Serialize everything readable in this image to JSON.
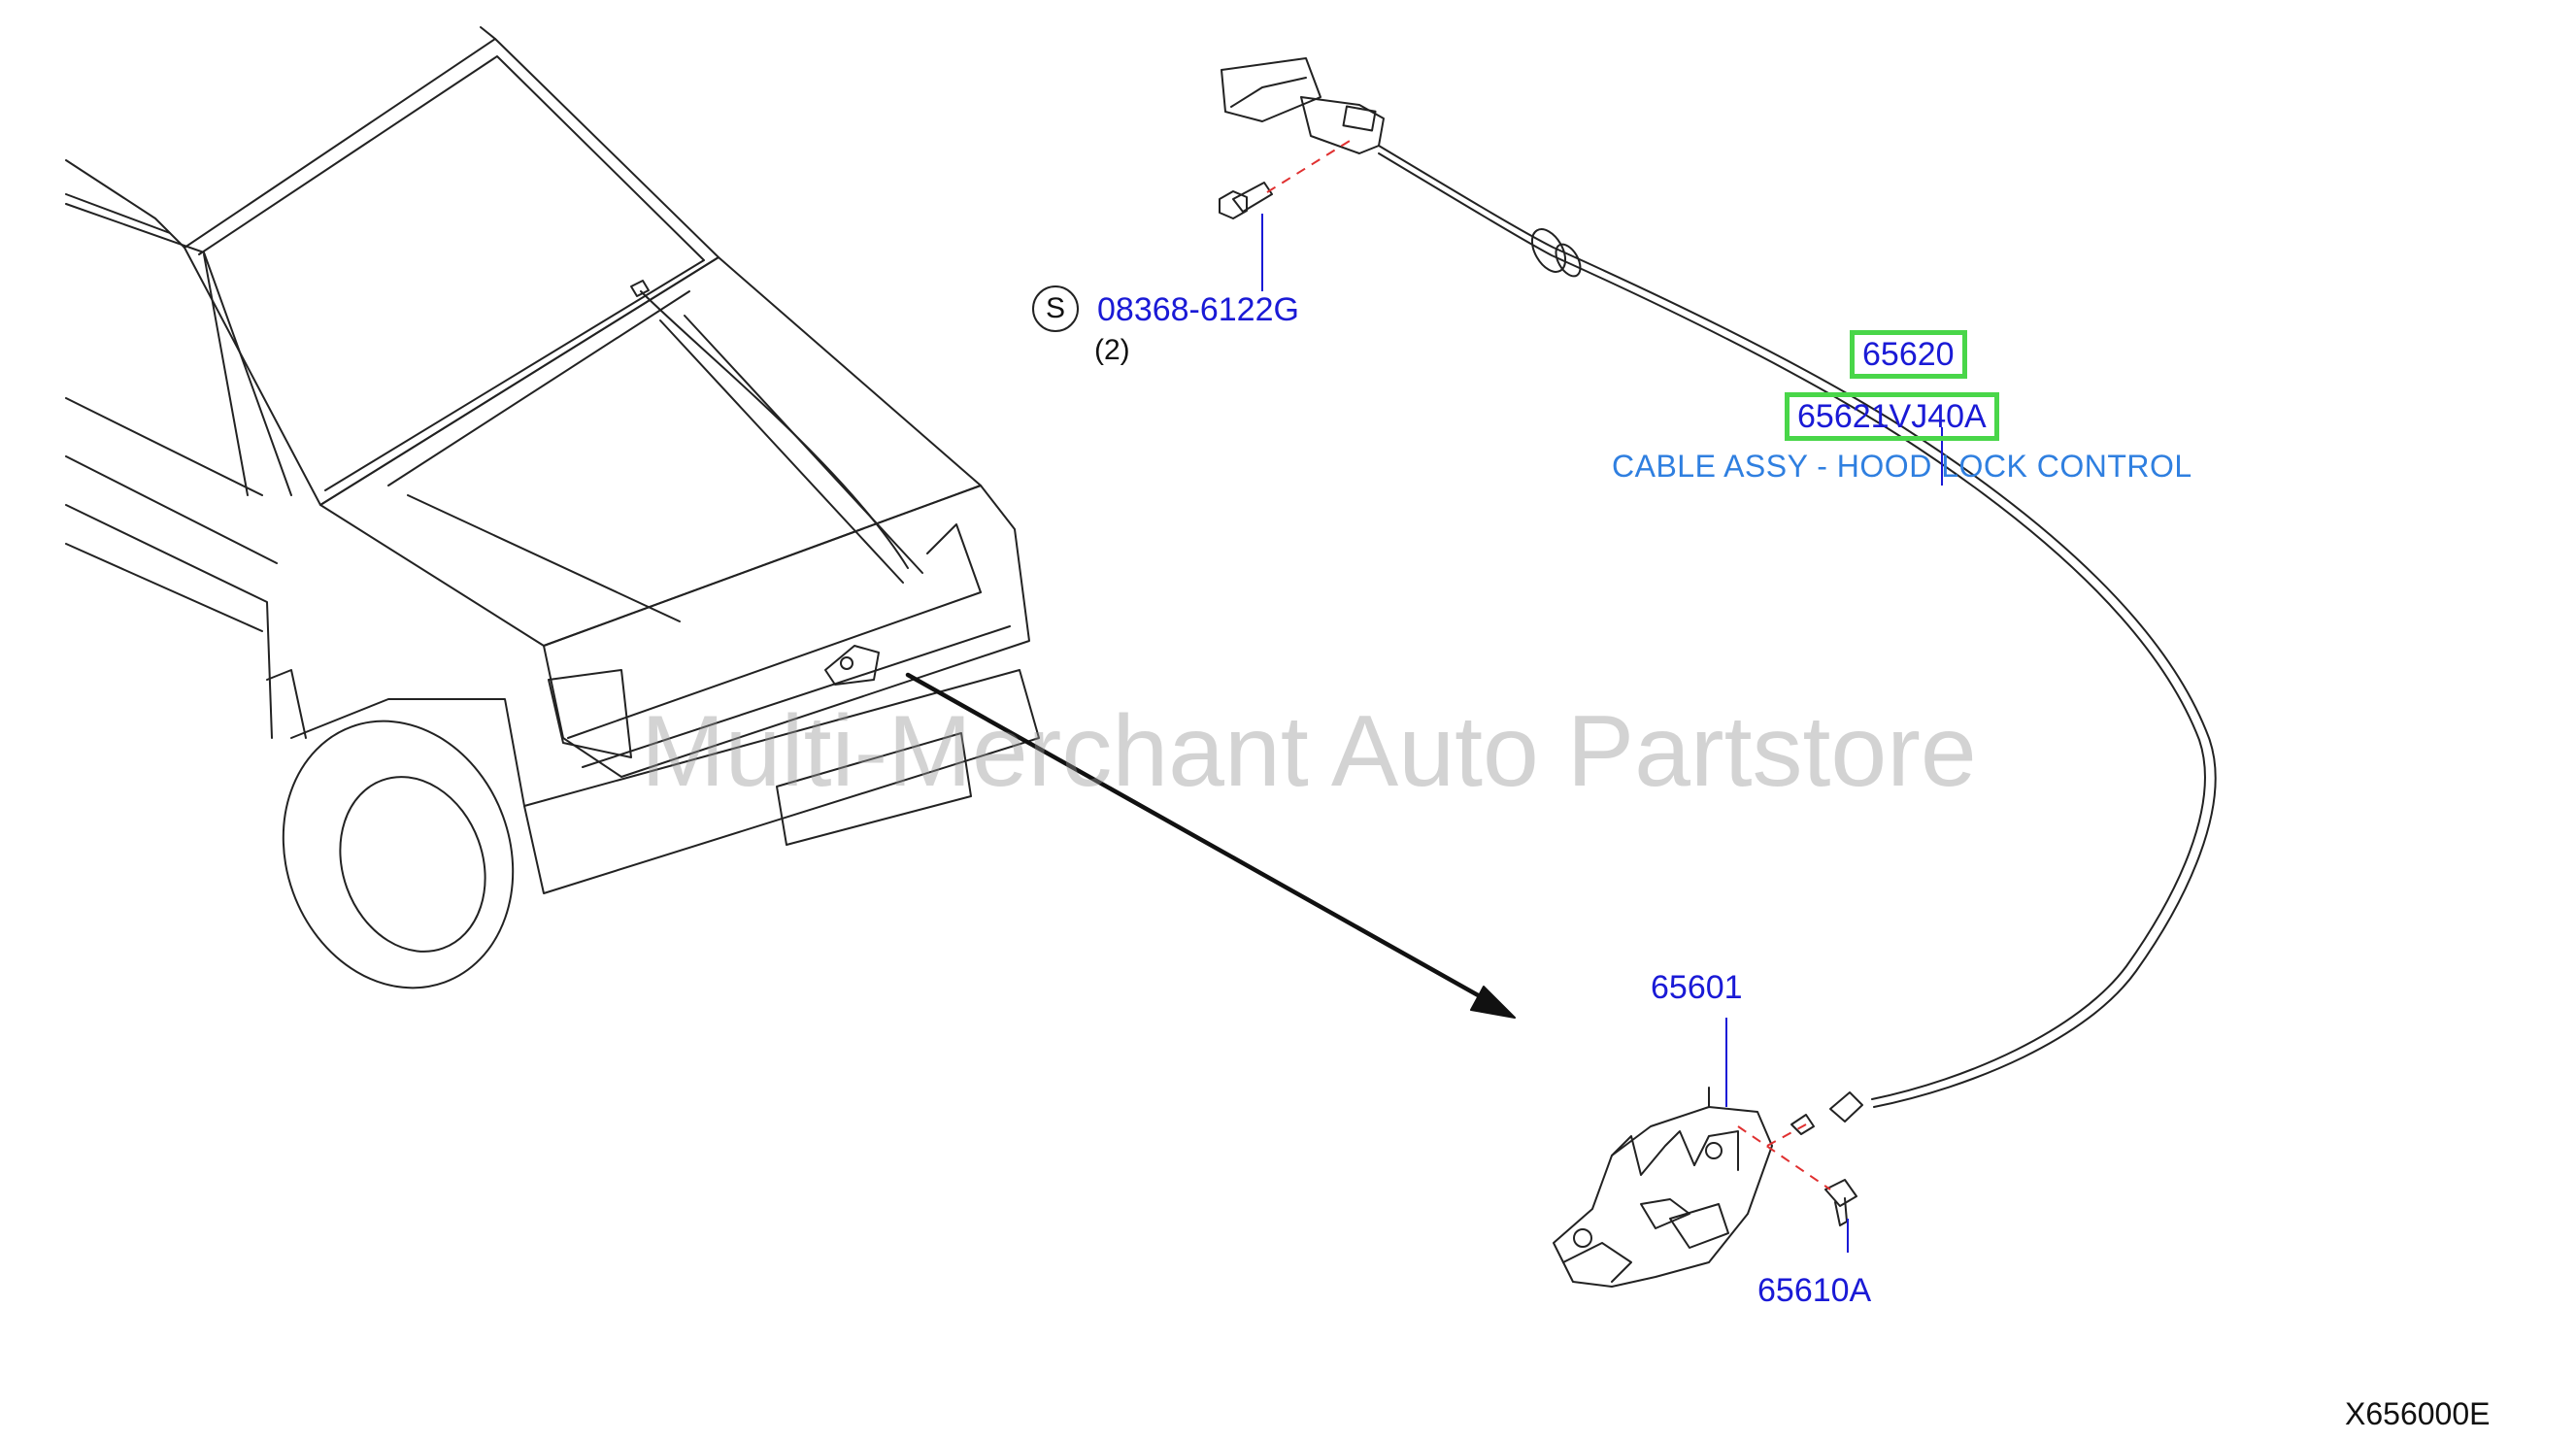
{
  "watermark": "Multi-Merchant Auto Partstore",
  "diagram_code": "X656000E",
  "parts": {
    "cable_pn": "65620",
    "cable_alt_pn": "65621VJ40A",
    "cable_desc": "CABLE ASSY - HOOD LOCK CONTROL",
    "bolt_symbol": "S",
    "bolt_pn": "08368-6122G",
    "bolt_qty": "(2)",
    "lock_pn": "65601",
    "lock_bolt_pn": "65610A"
  },
  "colors": {
    "part_number": "#1a1ad6",
    "description": "#2f7fe0",
    "highlight": "#49d649",
    "leader_dash": "#e03030",
    "line": "#222222"
  }
}
